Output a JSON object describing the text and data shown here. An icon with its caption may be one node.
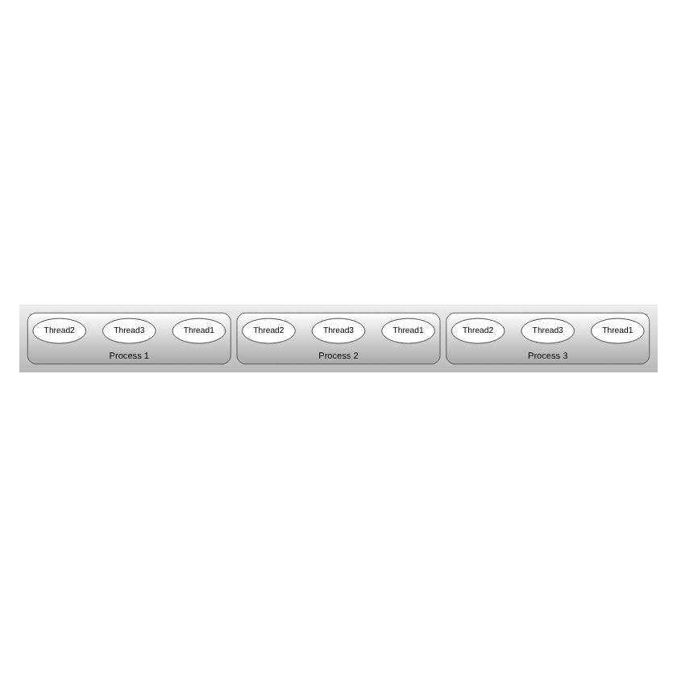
{
  "diagram": {
    "nodes": [
      {
        "text": [
          "Process 1"
        ]
      },
      {
        "text": [
          "Thread1"
        ],
        "in": 0
      },
      {
        "text": [
          "Thread3"
        ],
        "in": 0
      },
      {
        "text": [
          "Thread2"
        ],
        "in": 0
      },
      {
        "text": [
          "Process 2"
        ]
      },
      {
        "text": [
          "Thread1"
        ],
        "in": 4
      },
      {
        "text": [
          "Thread3"
        ],
        "in": 4
      },
      {
        "text": [
          "Thread2"
        ],
        "in": 4
      },
      {
        "text": [
          "Process 3"
        ]
      },
      {
        "text": [
          "Thread1"
        ],
        "in": 8
      },
      {
        "text": [
          "Thread3"
        ],
        "in": 8
      },
      {
        "text": [
          "Thread2"
        ],
        "in": 8
      }
    ]
  }
}
